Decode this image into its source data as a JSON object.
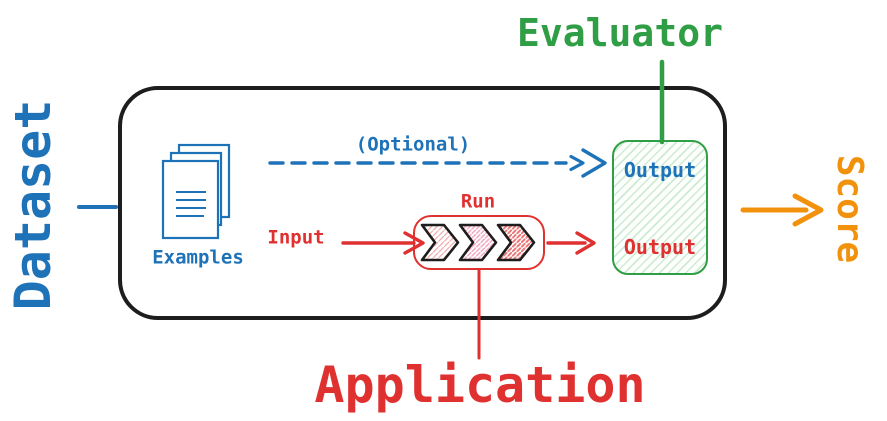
{
  "labels": {
    "dataset": "Dataset",
    "evaluator": "Evaluator",
    "application": "Application",
    "score": "Score",
    "examples": "Examples",
    "optional": "(Optional)",
    "input": "Input",
    "run": "Run",
    "output_reference": "Output",
    "output_app": "Output"
  },
  "icons": {
    "examples": "documents-stack-icon",
    "pipeline": "chevron-pipeline-icon"
  },
  "colors": {
    "blue": "#1e72b8",
    "green": "#2f9e44",
    "red": "#e03131",
    "orange": "#f1910c",
    "black": "#1d1d1d"
  }
}
